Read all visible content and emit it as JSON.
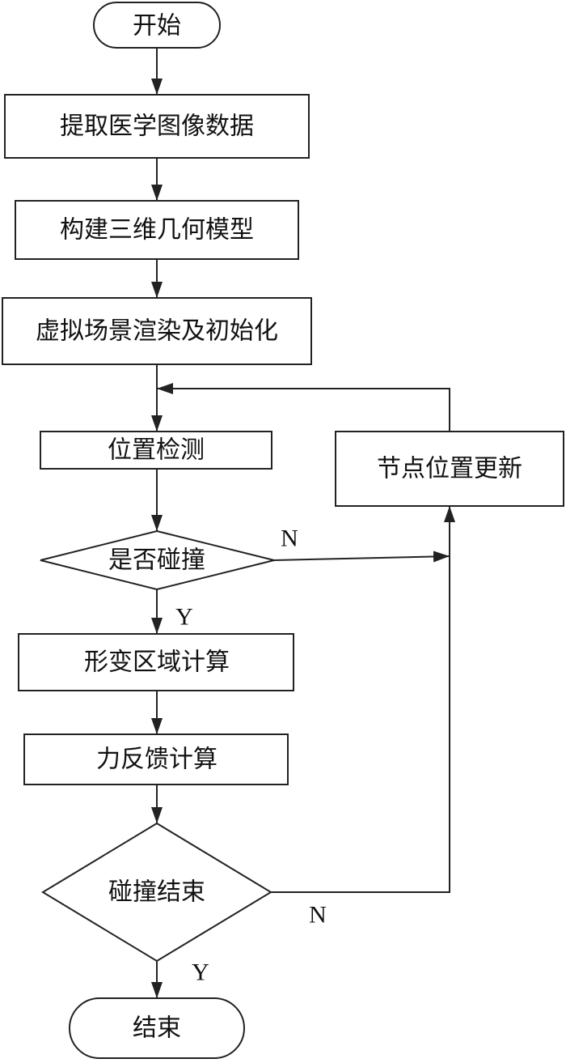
{
  "flowchart": {
    "start": "开始",
    "extract_data": "提取医学图像数据",
    "build_model": "构建三维几何模型",
    "render_init": "虚拟场景渲染及初始化",
    "position_detect": "位置检测",
    "collision_check": "是否碰撞",
    "node_update": "节点位置更新",
    "deform_region": "形变区域计算",
    "force_feedback": "力反馈计算",
    "collision_end": "碰撞结束",
    "end": "结束"
  },
  "branch_labels": {
    "collision_no": "N",
    "collision_yes": "Y",
    "end_no": "N",
    "end_yes": "Y"
  }
}
